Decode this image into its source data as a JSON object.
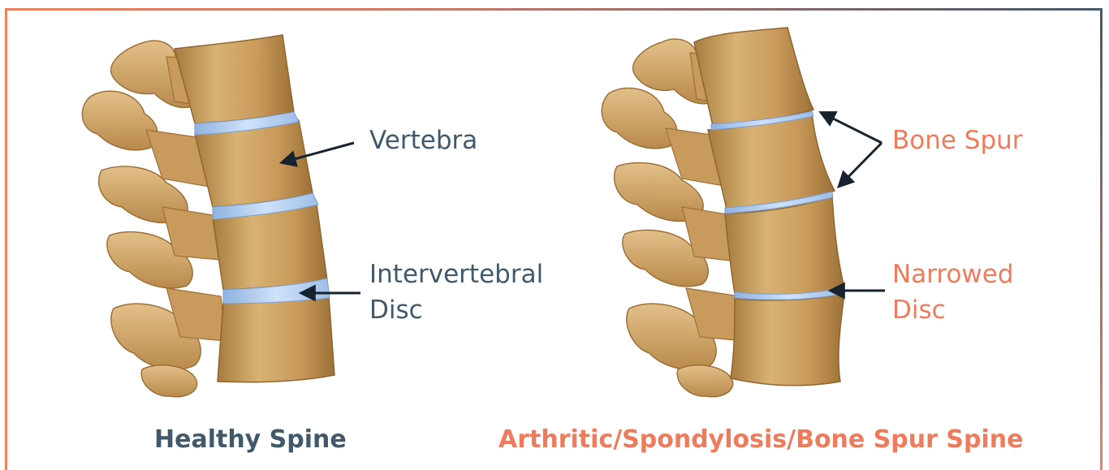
{
  "colors": {
    "dark_text": "#41596b",
    "accent_text": "#ee7b5c",
    "bone": "#d2a868",
    "bone_shadow": "#a77b3f",
    "disc": "#a9c8f0",
    "arrow": "#17222f"
  },
  "healthy": {
    "caption": "Healthy Spine",
    "label_vertebra": "Vertebra",
    "label_disc_line1": "Intervertebral",
    "label_disc_line2": "Disc"
  },
  "arthritic": {
    "caption": "Arthritic/Spondylosis/Bone Spur Spine",
    "label_spur": "Bone Spur",
    "label_disc_line1": "Narrowed",
    "label_disc_line2": "Disc"
  }
}
